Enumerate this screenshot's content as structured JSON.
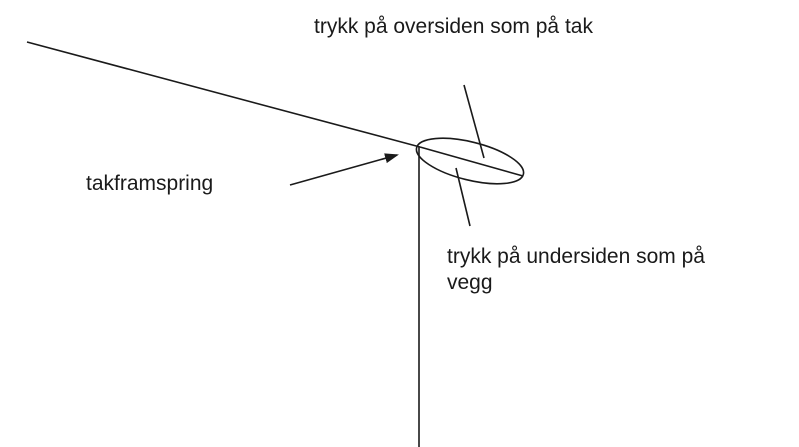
{
  "diagram": {
    "labels": {
      "upper_side": "trykk på oversiden som på tak",
      "overhang": "takframspring",
      "under_side_line1": "trykk på undersiden som på",
      "under_side_line2": "vegg"
    },
    "line_color": "#1a1a1a"
  }
}
